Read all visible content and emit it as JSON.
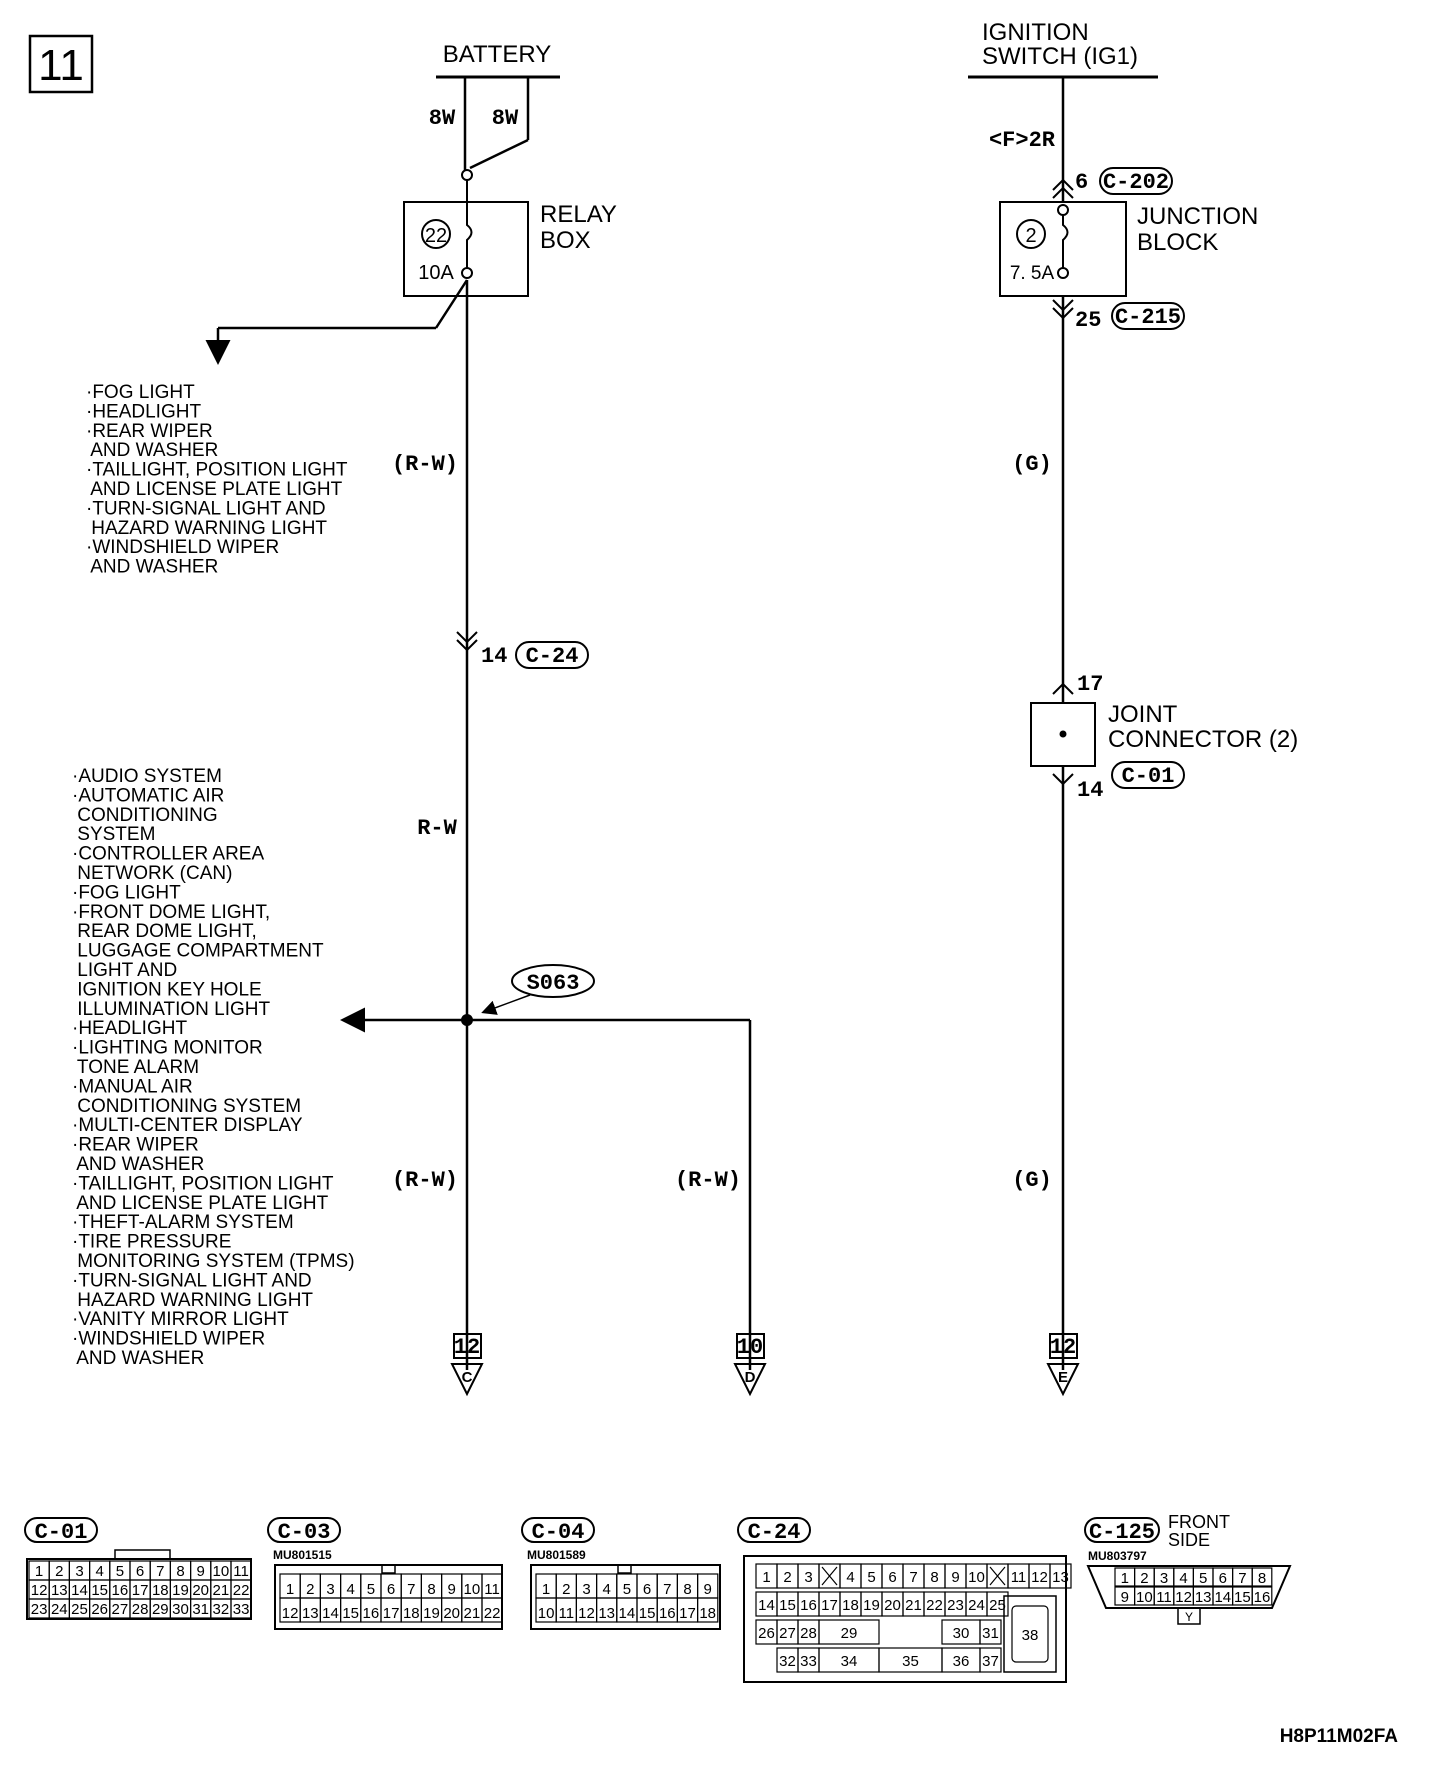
{
  "page_number": "11",
  "doc_code": "H8P11M02FA",
  "battery": {
    "label": "BATTERY",
    "wire_left": "8W",
    "wire_right": "8W"
  },
  "relay_box": {
    "label_line1": "RELAY",
    "label_line2": "BOX",
    "fuse_no": "22",
    "fuse_amp": "10A"
  },
  "branch_list_top": [
    "·FOG LIGHT",
    "·HEADLIGHT",
    "·REAR WIPER",
    " AND WASHER",
    "·TAILLIGHT, POSITION LIGHT",
    " AND LICENSE PLATE LIGHT",
    "·TURN-SIGNAL LIGHT AND",
    " HAZARD WARNING LIGHT",
    "·WINDSHIELD WIPER",
    " AND WASHER"
  ],
  "left_wire": {
    "color_1": "(R-W)",
    "connector_pin": "14",
    "connector": "C-24",
    "color_2": "R-W",
    "splice": "S063",
    "color_3": "(R-W)",
    "term_no": "12",
    "term_letter": "C"
  },
  "branch_list_bottom": [
    "·AUDIO SYSTEM",
    "·AUTOMATIC AIR",
    " CONDITIONING",
    " SYSTEM",
    "·CONTROLLER AREA",
    " NETWORK (CAN)",
    "·FOG LIGHT",
    "·FRONT DOME LIGHT,",
    " REAR DOME LIGHT,",
    " LUGGAGE COMPARTMENT",
    " LIGHT AND",
    " IGNITION KEY HOLE",
    " ILLUMINATION LIGHT",
    "·HEADLIGHT",
    "·LIGHTING MONITOR",
    " TONE ALARM",
    "·MANUAL AIR",
    " CONDITIONING SYSTEM",
    "·MULTI-CENTER DISPLAY",
    "·REAR WIPER",
    " AND WASHER",
    "·TAILLIGHT, POSITION LIGHT",
    " AND LICENSE PLATE LIGHT",
    "·THEFT-ALARM SYSTEM",
    "·TIRE PRESSURE",
    " MONITORING SYSTEM (TPMS)",
    "·TURN-SIGNAL LIGHT AND",
    " HAZARD WARNING LIGHT",
    "·VANITY MIRROR LIGHT",
    "·WINDSHIELD WIPER",
    " AND WASHER"
  ],
  "middle_wire": {
    "color": "(R-W)",
    "term_no": "10",
    "term_letter": "D"
  },
  "ignition": {
    "label_line1": "IGNITION",
    "label_line2": "SWITCH (IG1)",
    "feed": "<F>2R",
    "pin_top": "6",
    "conn_top": "C-202",
    "fuse_no": "2",
    "fuse_amp": "7. 5A",
    "jb_line1": "JUNCTION",
    "jb_line2": "BLOCK",
    "pin_bottom": "25",
    "conn_bottom": "C-215",
    "color_1": "(G)",
    "joint_pin_top": "17",
    "joint_line1": "JOINT",
    "joint_line2": "CONNECTOR (2)",
    "joint_pin_bottom": "14",
    "joint_conn": "C-01",
    "color_2": "(G)",
    "term_no": "12",
    "term_letter": "E"
  },
  "connectors": {
    "c01": {
      "name": "C-01",
      "rows": [
        [
          "1",
          "2",
          "3",
          "4",
          "5",
          "6",
          "7",
          "8",
          "9",
          "10",
          "11"
        ],
        [
          "12",
          "13",
          "14",
          "15",
          "16",
          "17",
          "18",
          "19",
          "20",
          "21",
          "22"
        ],
        [
          "23",
          "24",
          "25",
          "26",
          "27",
          "28",
          "29",
          "30",
          "31",
          "32",
          "33"
        ]
      ]
    },
    "c03": {
      "name": "C-03",
      "part": "MU801515",
      "rows": [
        [
          "1",
          "2",
          "3",
          "4",
          "5",
          "6",
          "7",
          "8",
          "9",
          "10",
          "11"
        ],
        [
          "12",
          "13",
          "14",
          "15",
          "16",
          "17",
          "18",
          "19",
          "20",
          "21",
          "22"
        ]
      ]
    },
    "c04": {
      "name": "C-04",
      "part": "MU801589",
      "rows": [
        [
          "1",
          "2",
          "3",
          "4",
          "5",
          "6",
          "7",
          "8",
          "9"
        ],
        [
          "10",
          "11",
          "12",
          "13",
          "14",
          "15",
          "16",
          "17",
          "18"
        ]
      ]
    },
    "c24": {
      "name": "C-24",
      "row1": [
        "1",
        "2",
        "3",
        "",
        "4",
        "5",
        "6",
        "7",
        "8",
        "9",
        "10",
        "",
        "11",
        "12",
        "13"
      ],
      "row2": [
        "14",
        "15",
        "16",
        "17",
        "18",
        "19",
        "20",
        "21",
        "22",
        "23",
        "24",
        "25"
      ],
      "row3": [
        "26",
        "27",
        "28",
        "29",
        "30",
        "31"
      ],
      "row4": [
        "32",
        "33",
        "34",
        "35",
        "36",
        "37"
      ],
      "big": "38"
    },
    "c125": {
      "name": "C-125",
      "note_line1": "FRONT",
      "note_line2": "SIDE",
      "part": "MU803797",
      "row1": [
        "1",
        "2",
        "3",
        "4",
        "5",
        "6",
        "7",
        "8"
      ],
      "row2": [
        "9",
        "10",
        "11",
        "12",
        "13",
        "14",
        "15",
        "16"
      ],
      "key": "Y"
    }
  }
}
